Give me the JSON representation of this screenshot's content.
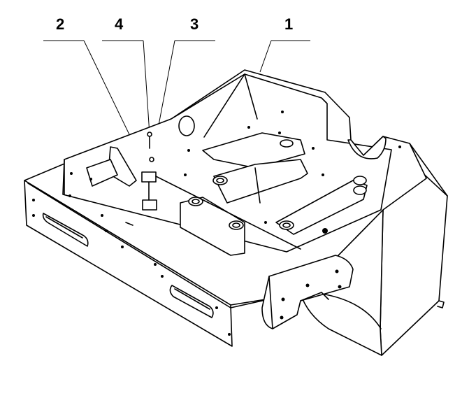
{
  "callouts": [
    {
      "id": "part-2",
      "label": "2"
    },
    {
      "id": "part-4",
      "label": "4"
    },
    {
      "id": "part-3",
      "label": "3"
    },
    {
      "id": "part-1",
      "label": "1"
    }
  ]
}
